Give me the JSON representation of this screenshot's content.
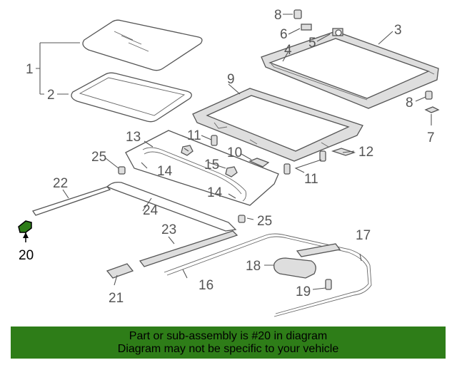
{
  "callouts": {
    "c1": "1",
    "c2": "2",
    "c3": "3",
    "c4": "4",
    "c5": "5",
    "c6": "6",
    "c7": "7",
    "c8a": "8",
    "c8b": "8",
    "c9": "9",
    "c10": "10",
    "c11a": "11",
    "c11b": "11",
    "c12": "12",
    "c13": "13",
    "c14a": "14",
    "c14b": "14",
    "c15": "15",
    "c16": "16",
    "c17": "17",
    "c18": "18",
    "c19": "19",
    "c20": "20",
    "c21": "21",
    "c22": "22",
    "c23": "23",
    "c24": "24",
    "c25a": "25",
    "c25b": "25"
  },
  "highlight": {
    "part_number": "20",
    "color": "#2e7d18"
  },
  "banner": {
    "line1": "Part or sub-assembly is #20 in diagram",
    "line2": "Diagram may not be specific to your vehicle",
    "background": "#2e7d18"
  }
}
